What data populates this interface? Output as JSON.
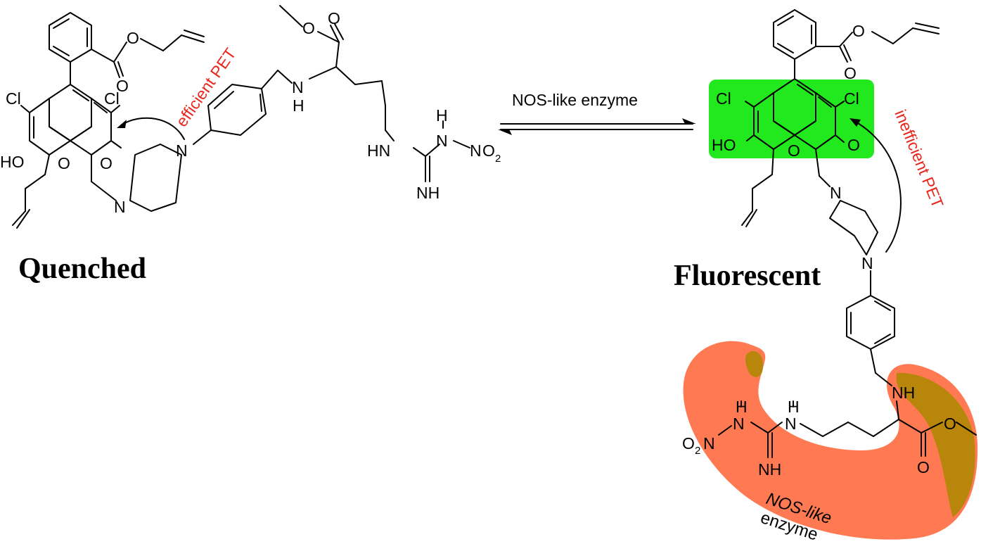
{
  "colors": {
    "fluorophore_highlight": "#22e81e",
    "enzyme_body": "#ff7a52",
    "enzyme_pocket": "#b8860b",
    "pet_text": "#e8281e"
  },
  "states": {
    "quenched": "Quenched",
    "fluorescent": "Fluorescent"
  },
  "arrows": {
    "equilibrium_label": "NOS-like enzyme",
    "efficient_pet": "efficient PET",
    "inefficient_pet": "inefficient PET"
  },
  "enzyme": {
    "line1": "NOS-like",
    "line2": "enzyme"
  },
  "atoms": {
    "cl": "Cl",
    "ho": "HO",
    "o": "O",
    "n": "N",
    "h": "H",
    "nh": "NH",
    "hn": "HN",
    "no2_n": "N",
    "no2_o": "O",
    "two": "2",
    "o2n_o": "O",
    "o2n_n": "N"
  }
}
